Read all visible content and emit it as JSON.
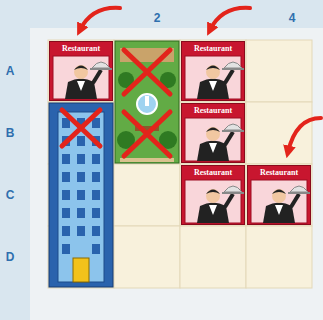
{
  "diagram": {
    "nodes": [
      {
        "text": [
          "Restaurant"
        ]
      },
      {
        "text": [
          "Restaurant"
        ]
      },
      {
        "text": [
          "Restaurant"
        ]
      },
      {
        "text": [
          "Restaurant"
        ]
      },
      {
        "text": [
          "Restaurant"
        ]
      }
    ],
    "labels": [
      "2",
      "4",
      "A",
      "B",
      "C",
      "D"
    ]
  }
}
